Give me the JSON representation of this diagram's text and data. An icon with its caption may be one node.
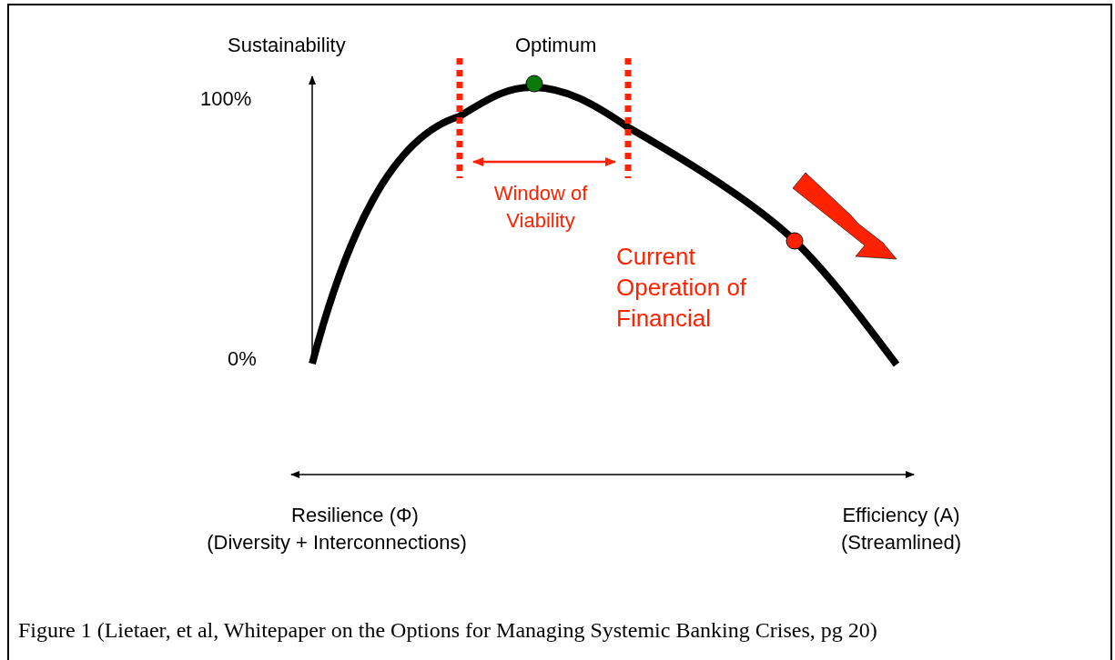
{
  "diagram": {
    "caption": "Figure 1 (Lietaer, et al, Whitepaper on the Options for Managing Systemic Banking Crises, pg 20)",
    "labels": [
      "Sustainability",
      "Optimum",
      "100%",
      "Window of Viability",
      "Current Operation of Financial",
      "0%",
      "Resilience (Φ)",
      "(Diversity + Interconnections)",
      "Efficiency (A)",
      "(Streamlined)"
    ]
  }
}
